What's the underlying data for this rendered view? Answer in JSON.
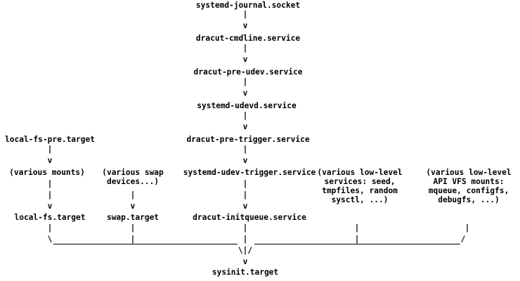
{
  "nodes": {
    "journal_socket": "systemd-journal.socket",
    "cmdline": "dracut-cmdline.service",
    "pre_udev": "dracut-pre-udev.service",
    "udevd": "systemd-udevd.service",
    "pre_trigger": "dracut-pre-trigger.service",
    "udev_trigger": "systemd-udev-trigger.service",
    "initqueue": "dracut-initqueue.service",
    "local_fs_pre": "local-fs-pre.target",
    "various_mounts": "(various mounts)",
    "local_fs": "local-fs.target",
    "swap_devices_1": "(various swap",
    "swap_devices_2": "devices...)",
    "swap": "swap.target",
    "low_level_1": "(various low-level",
    "low_level_2": "services: seed,",
    "low_level_3": "tmpfiles, random",
    "low_level_4": "sysctl, ...)",
    "api_vfs_1": "(various low-level",
    "api_vfs_2": "API VFS mounts:",
    "api_vfs_3": "mqueue, configfs,",
    "api_vfs_4": "debugfs, ...)",
    "sysinit": "sysinit.target"
  },
  "glyphs": {
    "pipe": "|",
    "arrow": "v",
    "backslash": "\\",
    "slash": "/",
    "merge": "\\|/"
  }
}
